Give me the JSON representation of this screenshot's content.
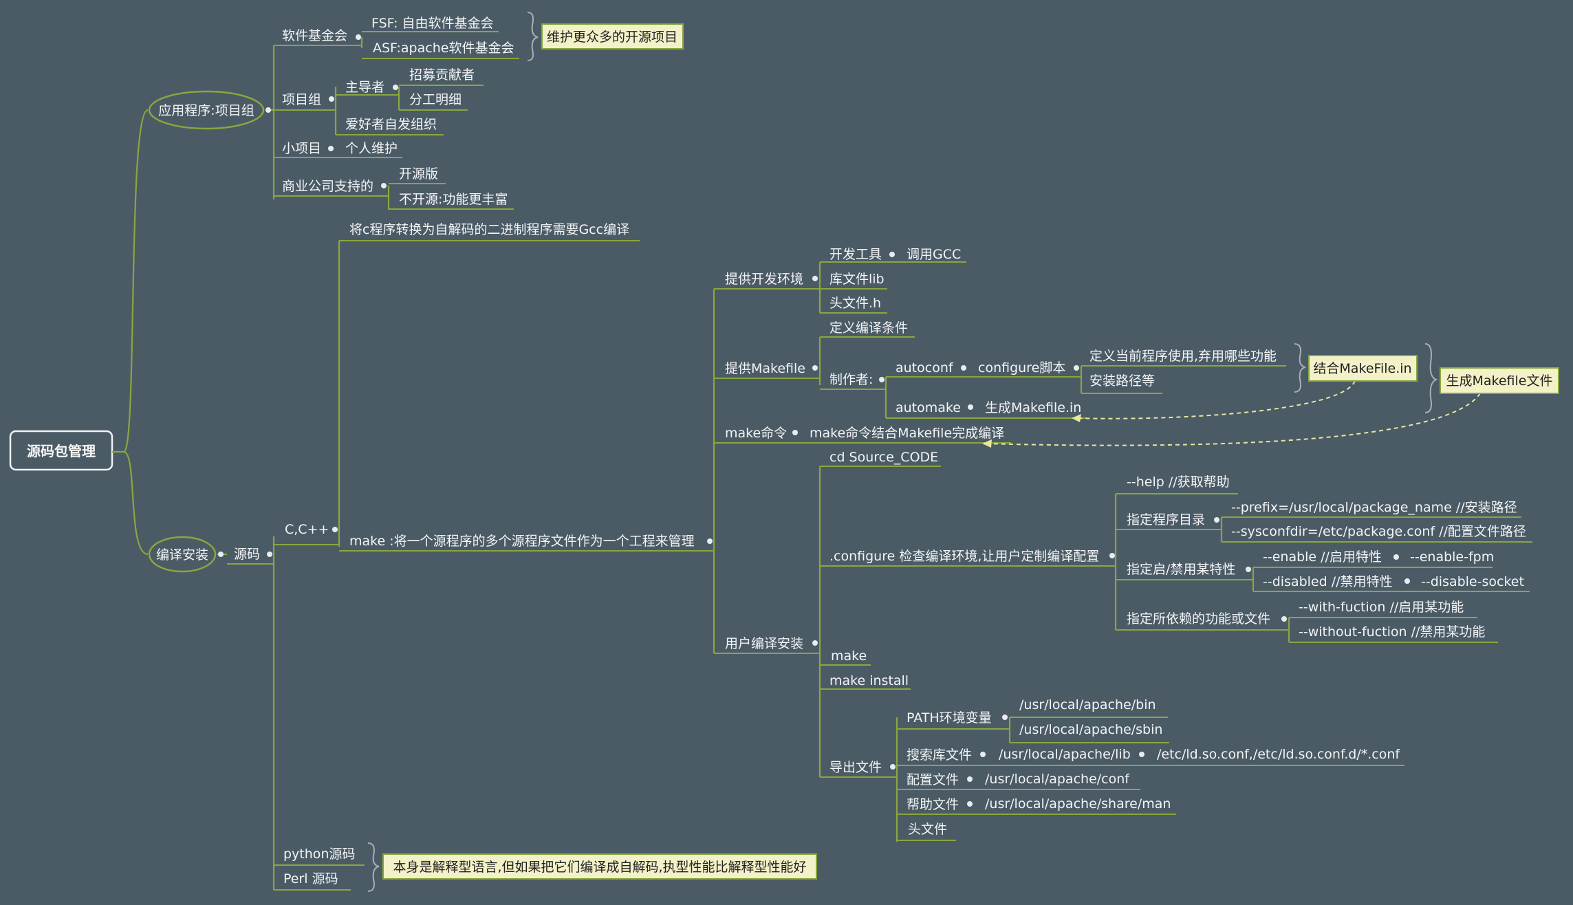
{
  "root": "源码包管理",
  "branch_app": {
    "label": "应用程序:项目组",
    "foundation": "软件基金会",
    "fsf": "FSF: 自由软件基金会",
    "asf": "ASF:apache软件基金会",
    "note_maintain": "维护更众多的开源项目",
    "project_group": "项目组",
    "leader": "主导者",
    "recruit": "招募贡献者",
    "division": "分工明细",
    "hobby": "爱好者自发组织",
    "small_project": "小项目",
    "personal": "个人维护",
    "commercial": "商业公司支持的",
    "open_version": "开源版",
    "closed_version": "不开源:功能更丰富"
  },
  "branch_compile": {
    "label": "编译安装",
    "source": "源码",
    "c_cpp": "C,C++",
    "gcc_note": "将c程序转换为自解码的二进制程序需要Gcc编译",
    "make_desc": "make :将一个源程序的多个源程序文件作为一个工程来管理",
    "dev_env": "提供开发环境",
    "dev_tool": "开发工具",
    "call_gcc": "调用GCC",
    "lib": "库文件lib",
    "header": "头文件.h",
    "makefile": "提供Makefile",
    "define_cond": "定义编译条件",
    "maker": "制作者:",
    "autoconf": "autoconf",
    "configure_script": "configure脚本",
    "define_features": "定义当前程序使用,弃用哪些功能",
    "install_path": "安装路径等",
    "automake": "automake",
    "gen_makefile_in": "生成Makefile.in",
    "note_combine": "结合MakeFile.in",
    "note_gen": "生成Makefile文件",
    "make_cmd": "make命令",
    "make_cmd_desc": "make命令结合Makefile完成编译",
    "user_install": "用户编译安装",
    "cd_source": "cd Source_CODE",
    "configure": ".configure 检查编译环境,让用户定制编译配置",
    "help": "--help //获取帮助",
    "install_dir": "指定程序目录",
    "prefix": "--prefix=/usr/local/package_name //安装路径",
    "sysconfdir": "--sysconfdir=/etc/package.conf //配置文件路径",
    "enable_disable": "指定启/禁用某特性",
    "enable": "--enable //启用特性",
    "enable_fpm": "--enable-fpm",
    "disabled": "--disabled //禁用特性",
    "disable_socket": "--disable-socket",
    "dependency": "指定所依赖的功能或文件",
    "with": "--with-fuction //启用某功能",
    "without": "--without-fuction //禁用某功能",
    "make": "make",
    "make_install": "make install",
    "export_files": "导出文件",
    "path_env": "PATH环境变量",
    "bin": "/usr/local/apache/bin",
    "sbin": "/usr/local/apache/sbin",
    "search_lib": "搜索库文件",
    "lib_path": "/usr/local/apache/lib",
    "ld_conf": "/etc/ld.so.conf,/etc/ld.so.conf.d/*.conf",
    "config_file": "配置文件",
    "conf_path": "/usr/local/apache/conf",
    "help_file": "帮助文件",
    "man_path": "/usr/local/apache/share/man",
    "header_file": "头文件",
    "python": "python源码",
    "perl": "Perl 源码",
    "interp_note": "本身是解释型语言,但如果把它们编译成自解码,执型性能比解释型性能好"
  },
  "colors": {
    "background": "#4b5b66",
    "connector": "#8aa63e",
    "note_fill": "#f3f1c8",
    "text": "#f2f4f5"
  }
}
